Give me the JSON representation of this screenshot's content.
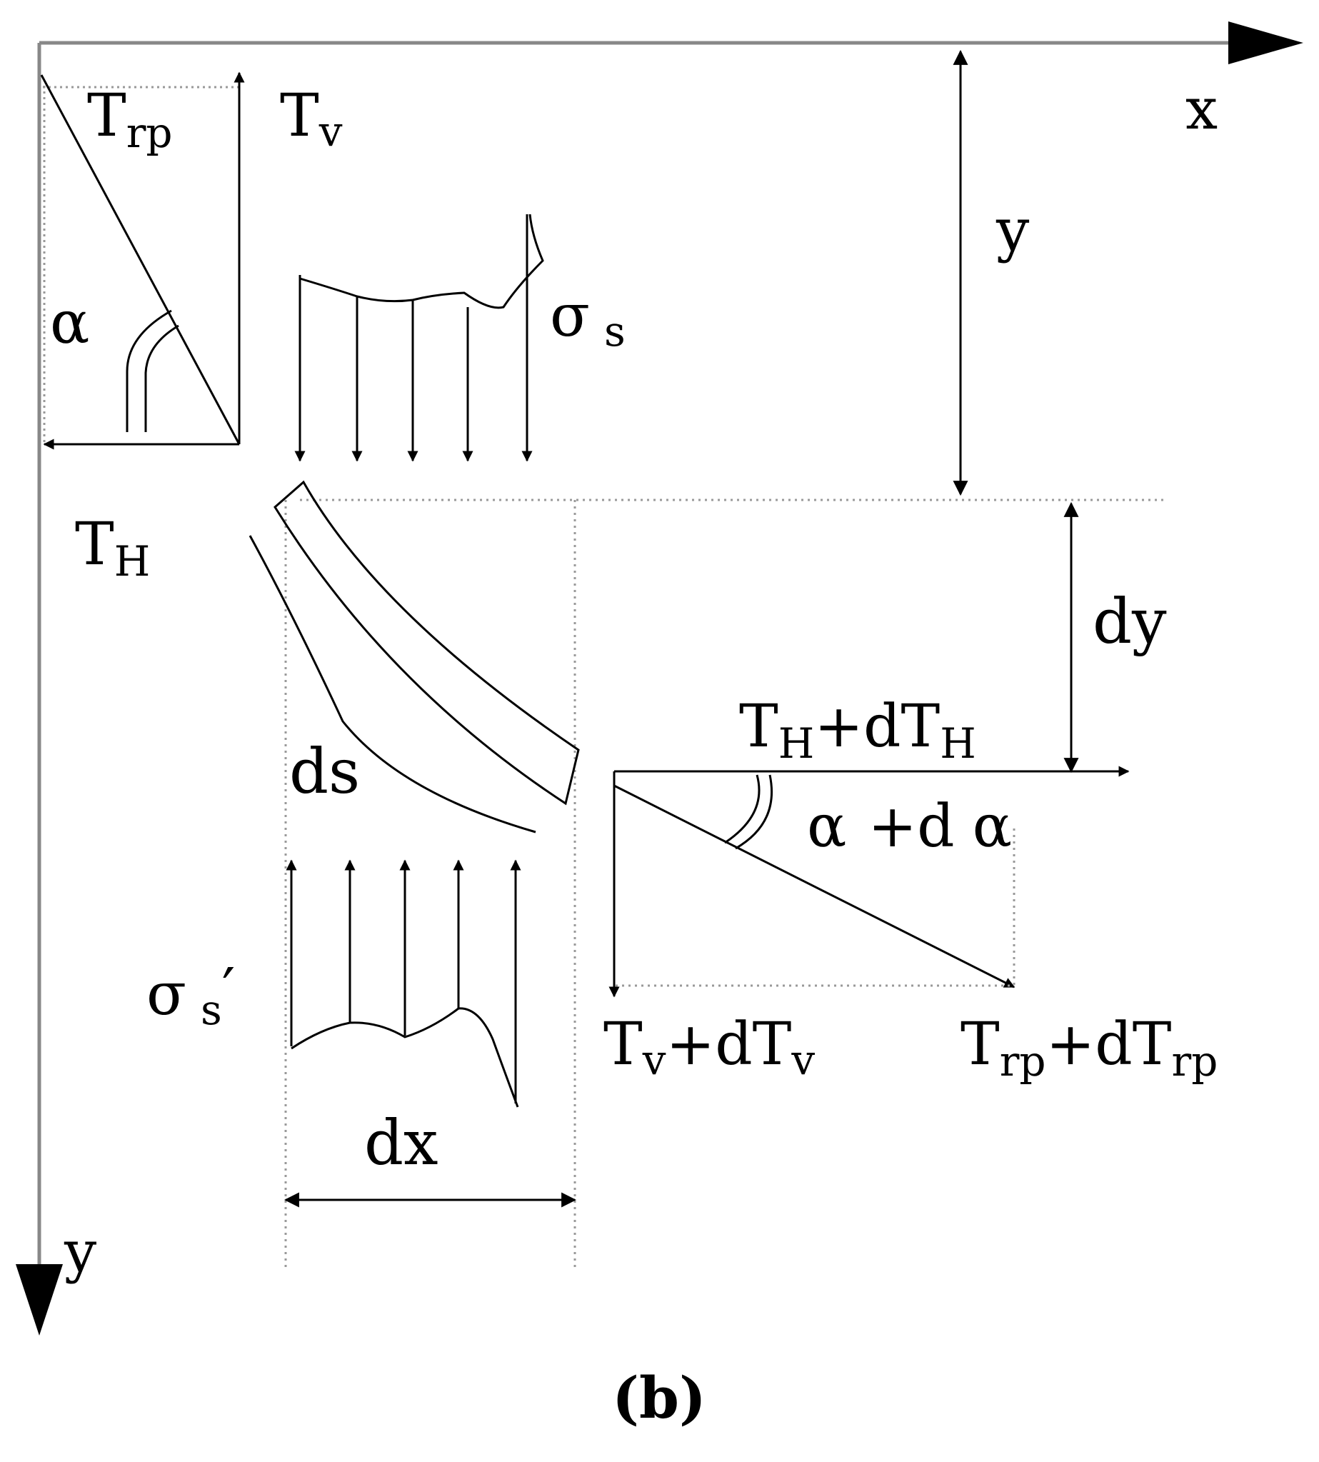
{
  "labels": {
    "x_axis": "x",
    "y_axis_bottom": "y",
    "y_depth": "y",
    "dy": "dy",
    "dx": "dx",
    "ds": "ds",
    "sigma": "σ",
    "sigma_s_sub": "s",
    "sigma_prime_sub": "s",
    "sigma_prime_mark": "′",
    "alpha": "α",
    "alpha_plus": "α",
    "plus_d": "+d",
    "alpha_plus_tail": "α",
    "T": "T",
    "T_rp_sub": "rp",
    "T_v_sub": "v",
    "T_H_sub": "H",
    "TH_dTH_mid": "+dT",
    "TH_dTH_sub": "H",
    "Tv_dTv_mid": "+dT",
    "Tv_dTv_sub": "v",
    "Trp_dTrp_mid": "+dT",
    "Trp_dTrp_sub": "rp",
    "caption": "(b)"
  },
  "colors": {
    "ink": "#000000",
    "axis_gray": "#888888",
    "dotted_gray": "#999999"
  }
}
